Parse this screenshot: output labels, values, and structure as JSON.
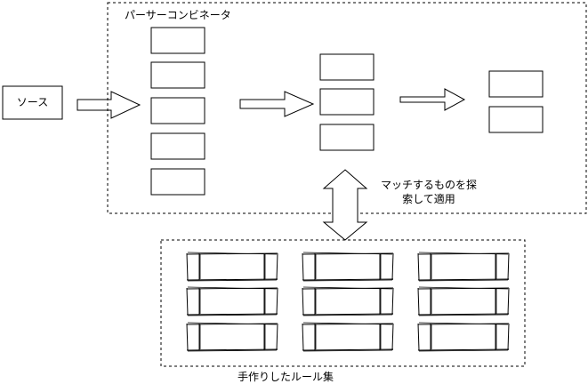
{
  "diagram": {
    "source": {
      "label": "ソース"
    },
    "combinator": {
      "title": "パーサーコンビネータ",
      "column1_boxes": 5,
      "column2_boxes": 3,
      "column3_boxes": 2
    },
    "search_label": {
      "line1": "マッチするものを探",
      "line2": "索して適用"
    },
    "rules": {
      "caption": "手作りしたルール集",
      "rows": 3,
      "cols": 3
    }
  }
}
